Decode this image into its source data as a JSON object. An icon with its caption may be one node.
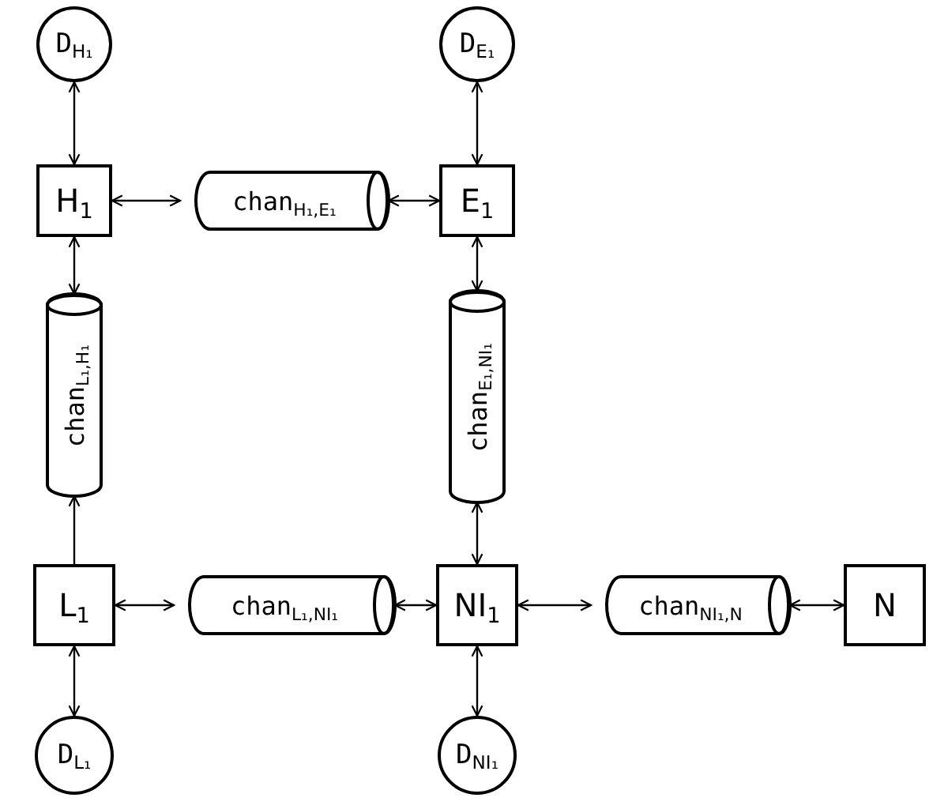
{
  "diagram": {
    "nodes": [
      {
        "text": [
          "D$_{H₁}$"
        ]
      },
      {
        "text": [
          "D$_{E₁}$"
        ]
      },
      {
        "text": [
          "H$_{1}$"
        ]
      },
      {
        "text": [
          "chan$_{H₁,E₁}$"
        ]
      },
      {
        "text": [
          "E$_{1}$"
        ]
      },
      {
        "text": [
          "chan$_{L₁,H₁}$"
        ]
      },
      {
        "text": [
          "chan$_{E₁,NI₁}$"
        ]
      },
      {
        "text": [
          "L$_{1}$"
        ]
      },
      {
        "text": [
          "chan$_{L₁,NI₁}$"
        ]
      },
      {
        "text": [
          "NI$_{1}$"
        ]
      },
      {
        "text": [
          "chan$_{NI₁,N}$"
        ]
      },
      {
        "text": [
          "N"
        ]
      },
      {
        "text": [
          "D$_{L₁}$"
        ]
      },
      {
        "text": [
          "D$_{NI₁}$"
        ]
      }
    ],
    "edges": [
      {
        "from": 0,
        "to": 2,
        "arrow": "both"
      },
      {
        "from": 1,
        "to": 4,
        "arrow": "both"
      },
      {
        "from": 2,
        "to": 3,
        "arrow": "both"
      },
      {
        "from": 3,
        "to": 4,
        "arrow": "both"
      },
      {
        "from": 2,
        "to": 5,
        "arrow": "both"
      },
      {
        "from": 7,
        "to": 5,
        "arrow": "to"
      },
      {
        "from": 4,
        "to": 6,
        "arrow": "both"
      },
      {
        "from": 6,
        "to": 9,
        "arrow": "both"
      },
      {
        "from": 7,
        "to": 8,
        "arrow": "both"
      },
      {
        "from": 8,
        "to": 9,
        "arrow": "both"
      },
      {
        "from": 9,
        "to": 10,
        "arrow": "both"
      },
      {
        "from": 10,
        "to": 11,
        "arrow": "both"
      },
      {
        "from": 7,
        "to": 12,
        "arrow": "both"
      },
      {
        "from": 9,
        "to": 13,
        "arrow": "both"
      }
    ]
  }
}
